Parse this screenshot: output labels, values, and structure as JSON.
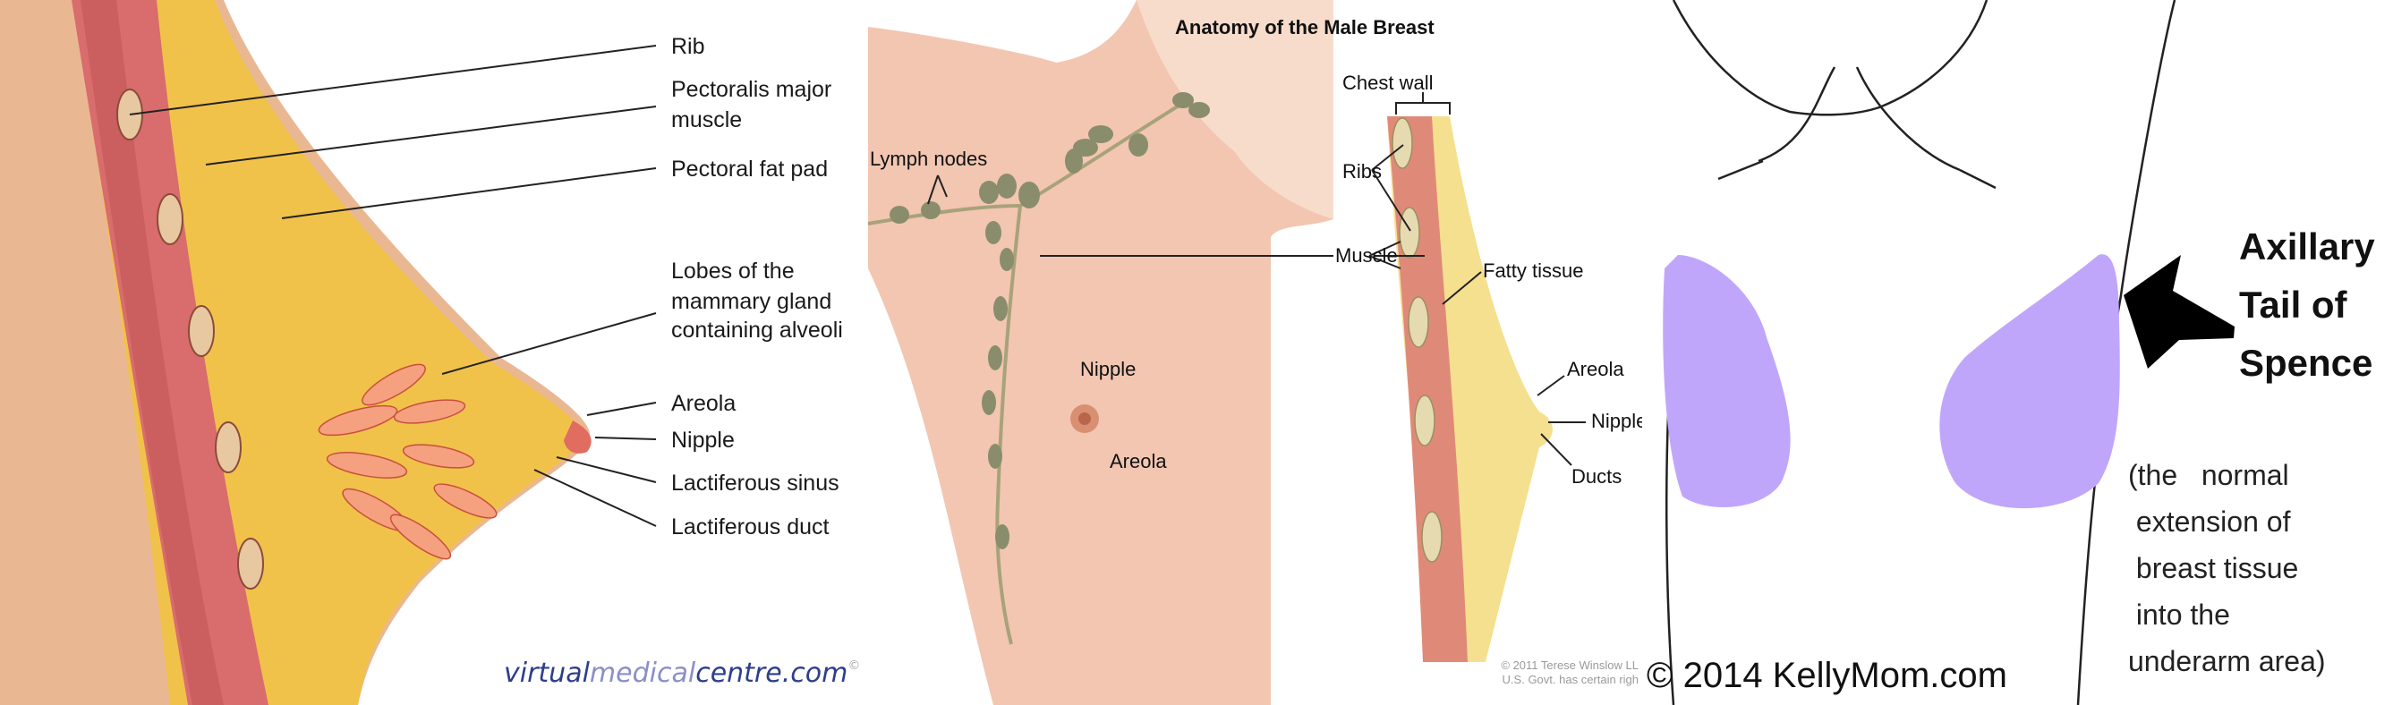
{
  "panels": {
    "female": {
      "labels": [
        "Rib",
        "Pectoralis major",
        "muscle",
        "Pectoral fat pad",
        "Lobes of the",
        "mammary gland",
        "containing alveoli",
        "Areola",
        "Nipple",
        "Lactiferous sinus",
        "Lactiferous duct"
      ],
      "logo": {
        "part1": "virtual",
        "part2": "medical",
        "part3": "centre.com",
        "mark": "©"
      }
    },
    "male": {
      "title": "Anatomy of the Male Breast",
      "labels": {
        "lymph_nodes": "Lymph nodes",
        "nipple": "Nipple",
        "areola": "Areola",
        "chest_wall": "Chest wall",
        "ribs": "Ribs",
        "muscle": "Muscle",
        "fatty_tissue": "Fatty tissue",
        "areola2": "Areola",
        "nipple2": "Nipple",
        "ducts": "Ducts"
      },
      "copyright": [
        "© 2011 Terese Winslow LL",
        "U.S. Govt. has certain righ"
      ]
    },
    "axillary": {
      "title": [
        "Axillary",
        "Tail of",
        "Spence"
      ],
      "note": [
        "(the   normal",
        " extension of",
        " breast tissue",
        " into the",
        "underarm area)"
      ],
      "copyright": "© 2014 KellyMom.com",
      "blob_color": "#c0a6fb"
    }
  }
}
